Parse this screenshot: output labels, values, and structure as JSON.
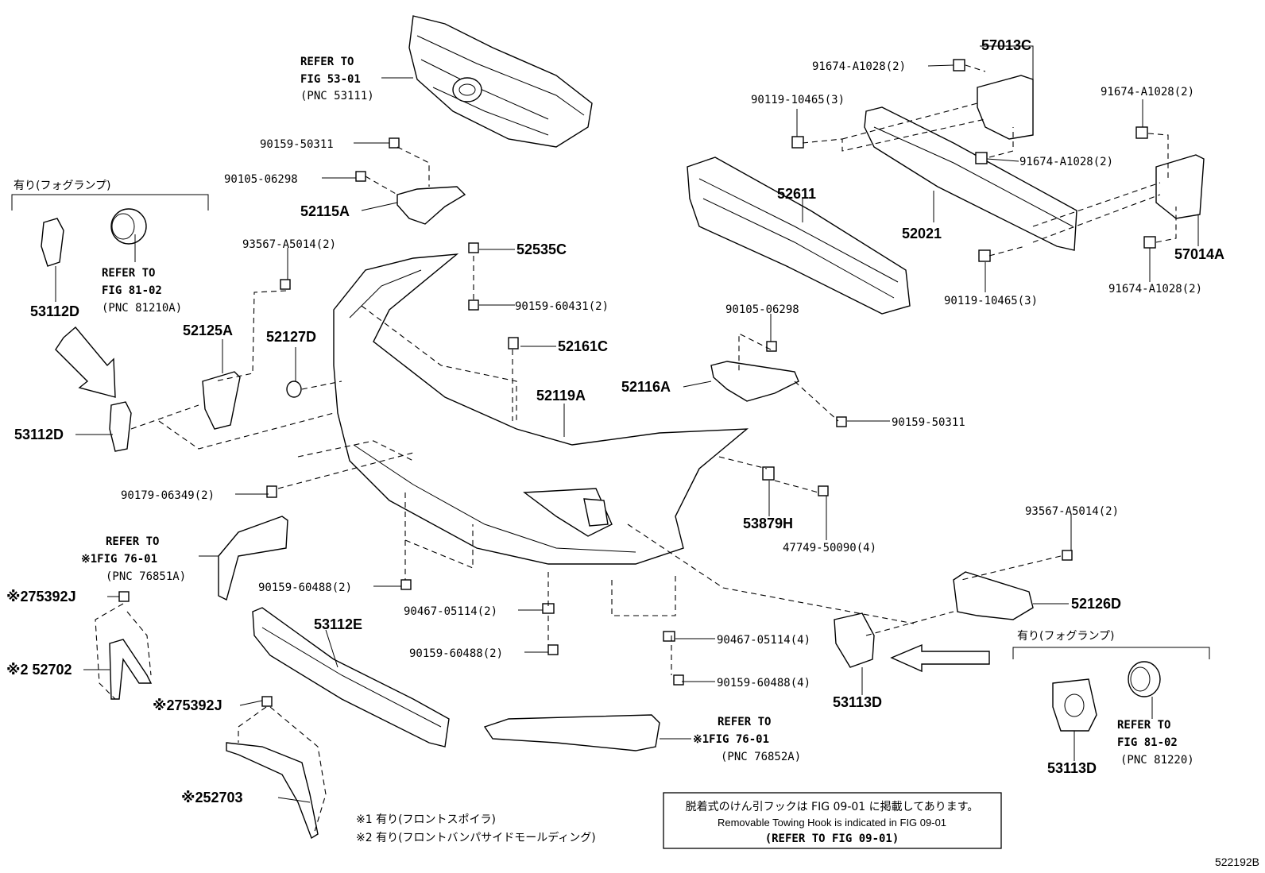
{
  "part_labels": [
    {
      "id": "57013C",
      "text": "57013C"
    },
    {
      "id": "57014A",
      "text": "57014A"
    },
    {
      "id": "52611",
      "text": "52611"
    },
    {
      "id": "52021",
      "text": "52021"
    },
    {
      "id": "52115A",
      "text": "52115A"
    },
    {
      "id": "52535C",
      "text": "52535C"
    },
    {
      "id": "52161C",
      "text": "52161C"
    },
    {
      "id": "52119A",
      "text": "52119A"
    },
    {
      "id": "52116A",
      "text": "52116A"
    },
    {
      "id": "52125A",
      "text": "52125A"
    },
    {
      "id": "52127D",
      "text": "52127D"
    },
    {
      "id": "53112D-top",
      "text": "53112D"
    },
    {
      "id": "53112D-mid",
      "text": "53112D"
    },
    {
      "id": "53879H",
      "text": "53879H"
    },
    {
      "id": "52126D",
      "text": "52126D"
    },
    {
      "id": "53113D-mid",
      "text": "53113D"
    },
    {
      "id": "53113D-bot",
      "text": "53113D"
    },
    {
      "id": "53112E",
      "text": "53112E"
    },
    {
      "id": "75392J-a",
      "text": "※275392J"
    },
    {
      "id": "52702",
      "text": "※2 52702"
    },
    {
      "id": "75392J-b",
      "text": "※275392J"
    },
    {
      "id": "52703",
      "text": "※252703"
    }
  ],
  "fastener_labels": [
    {
      "id": "f1",
      "text": "91674-A1028(2)"
    },
    {
      "id": "f2",
      "text": "90119-10465(3)"
    },
    {
      "id": "f3",
      "text": "91674-A1028(2)"
    },
    {
      "id": "f4",
      "text": "91674-A1028(2)"
    },
    {
      "id": "f5",
      "text": "91674-A1028(2)"
    },
    {
      "id": "f6",
      "text": "90119-10465(3)"
    },
    {
      "id": "f7",
      "text": "90159-50311"
    },
    {
      "id": "f8",
      "text": "90105-06298"
    },
    {
      "id": "f9",
      "text": "93567-A5014(2)"
    },
    {
      "id": "f10",
      "text": "90159-60431(2)"
    },
    {
      "id": "f11",
      "text": "90105-06298"
    },
    {
      "id": "f12",
      "text": "90159-50311"
    },
    {
      "id": "f13",
      "text": "90179-06349(2)"
    },
    {
      "id": "f14",
      "text": "47749-50090(4)"
    },
    {
      "id": "f15",
      "text": "93567-A5014(2)"
    },
    {
      "id": "f16",
      "text": "90159-60488(2)"
    },
    {
      "id": "f17",
      "text": "90467-05114(2)"
    },
    {
      "id": "f18",
      "text": "90159-60488(2)"
    },
    {
      "id": "f19",
      "text": "90467-05114(4)"
    },
    {
      "id": "f20",
      "text": "90159-60488(4)"
    }
  ],
  "refers": {
    "grille": [
      "REFER TO",
      "FIG 53-01",
      "(PNC 53111)"
    ],
    "foglamp_left": [
      "REFER TO",
      "FIG 81-02",
      "(PNC 81210A)"
    ],
    "spoiler_left": [
      "REFER TO",
      "※1FIG 76-01",
      "(PNC 76851A)"
    ],
    "spoiler_right": [
      "REFER TO",
      "※1FIG 76-01",
      "(PNC 76852A)"
    ],
    "foglamp_right": [
      "REFER TO",
      "FIG 81-02",
      "(PNC 81220)"
    ]
  },
  "fog_left": "有り(フォグランプ)",
  "fog_right": "有り(フォグランプ)",
  "footnotes": [
    "※1 有り(フロントスポイラ)",
    "※2 有り(フロントバンパサイドモールディング)"
  ],
  "note_box": [
    "脱着式のけん引フックは FIG 09-01 に掲載してあります。",
    "Removable Towing Hook is indicated in FIG 09-01",
    "(REFER TO FIG 09-01)"
  ],
  "diagram_id": "522192B"
}
